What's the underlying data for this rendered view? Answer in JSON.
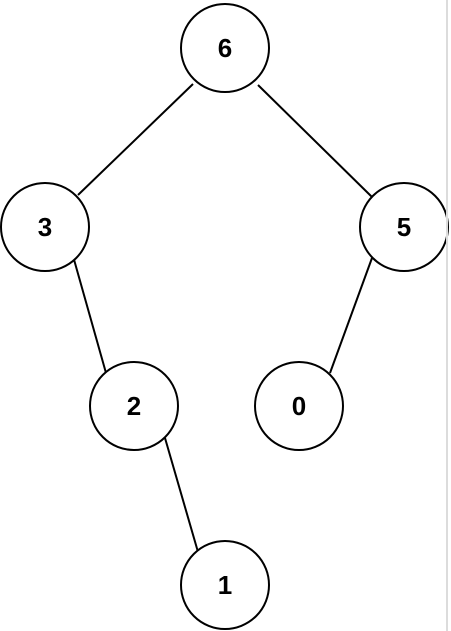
{
  "diagram": {
    "type": "binary-tree",
    "nodes": [
      {
        "id": "n6",
        "label": "6"
      },
      {
        "id": "n3",
        "label": "3"
      },
      {
        "id": "n5",
        "label": "5"
      },
      {
        "id": "n2",
        "label": "2"
      },
      {
        "id": "n0",
        "label": "0"
      },
      {
        "id": "n1",
        "label": "1"
      }
    ],
    "edges": [
      {
        "from": "n6",
        "to": "n3"
      },
      {
        "from": "n6",
        "to": "n5"
      },
      {
        "from": "n3",
        "to": "n2"
      },
      {
        "from": "n5",
        "to": "n0"
      },
      {
        "from": "n2",
        "to": "n1"
      }
    ]
  },
  "colors": {
    "background": "#ffffff",
    "stroke": "#000000",
    "text": "#000000"
  }
}
